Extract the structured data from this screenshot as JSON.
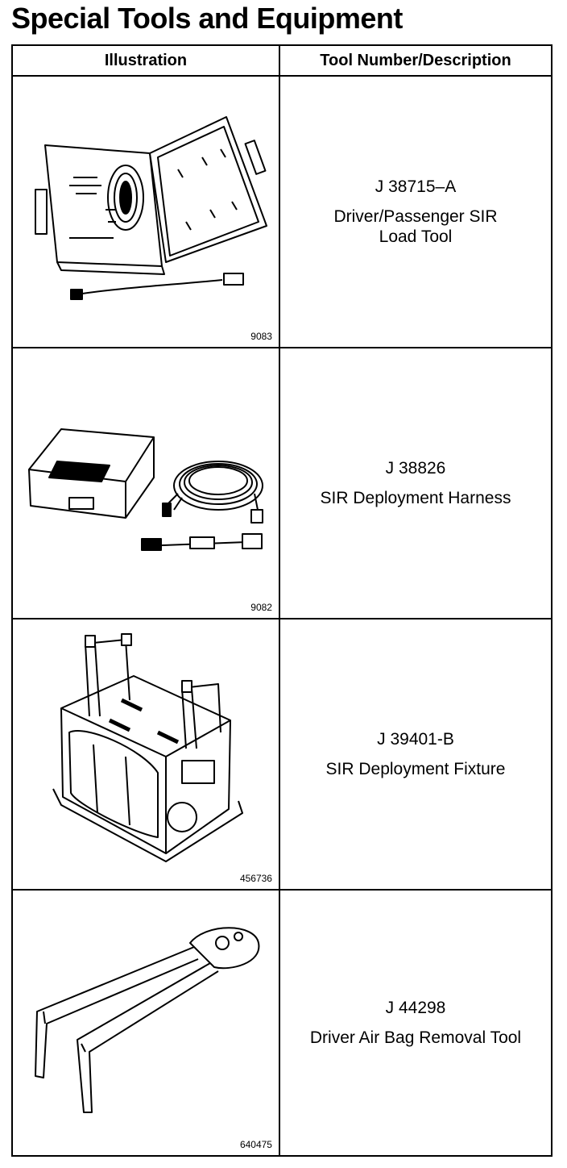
{
  "page": {
    "title": "Special Tools and Equipment"
  },
  "table": {
    "headers": {
      "illustration": "Illustration",
      "description": "Tool Number/Description"
    },
    "rows": [
      {
        "figure_number": "9083",
        "tool_number": "J 38715–A",
        "description": "Driver/Passenger SIR\nLoad Tool",
        "illustration_icon": "load-tool-case-icon"
      },
      {
        "figure_number": "9082",
        "tool_number": "J 38826",
        "description": "SIR Deployment Harness",
        "illustration_icon": "deployment-harness-icon"
      },
      {
        "figure_number": "456736",
        "tool_number": "J 39401-B",
        "description": "SIR Deployment Fixture",
        "illustration_icon": "deployment-fixture-icon"
      },
      {
        "figure_number": "640475",
        "tool_number": "J 44298",
        "description": "Driver Air Bag Removal Tool",
        "illustration_icon": "removal-tool-icon"
      }
    ]
  }
}
